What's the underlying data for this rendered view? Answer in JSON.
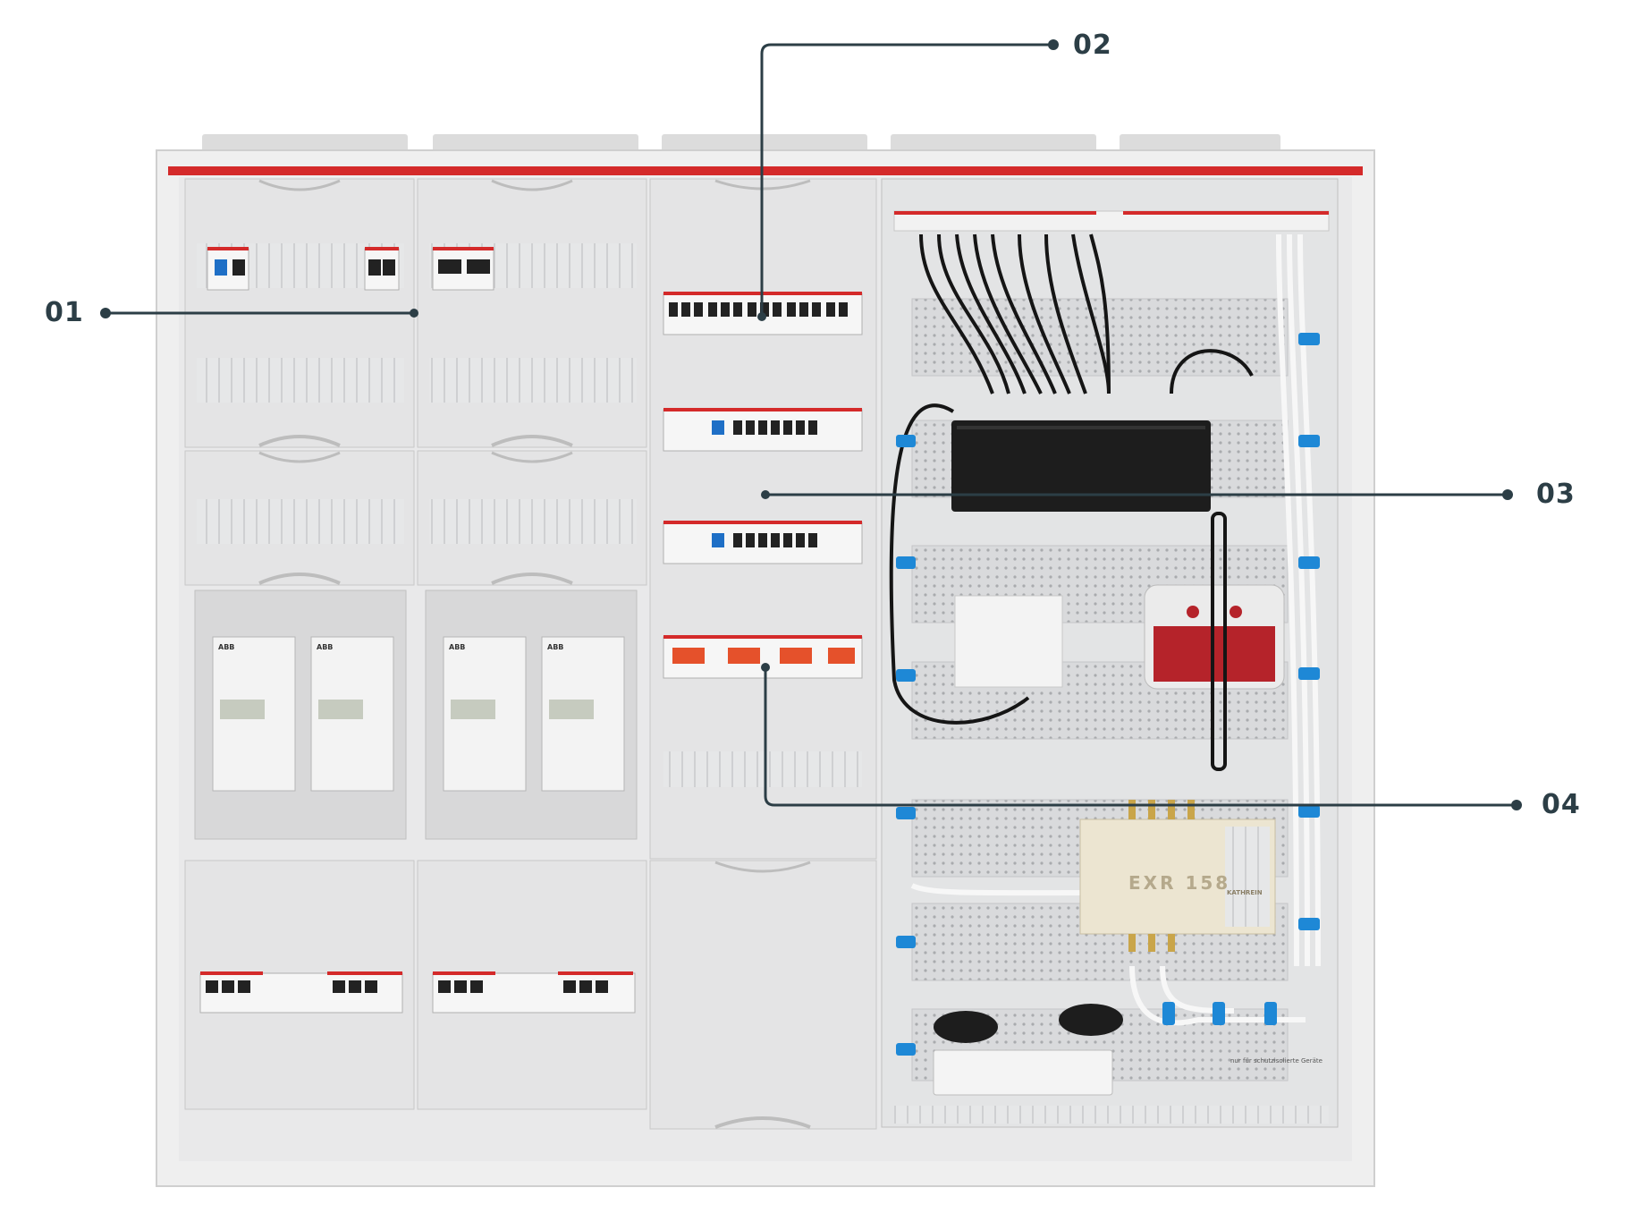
{
  "callouts": [
    {
      "id": "01",
      "label": "01"
    },
    {
      "id": "02",
      "label": "02"
    },
    {
      "id": "03",
      "label": "03"
    },
    {
      "id": "04",
      "label": "04"
    }
  ],
  "devices": {
    "multiswitch_label": "EXR 158",
    "multiswitch_brand": "KATHREIN",
    "meter_brand": "ABB",
    "panel_note": "nur für schutzisolierte Geräte"
  },
  "colors": {
    "callout_line": "#2c3e46",
    "enclosure_accent": "#d42a2a",
    "cable_clip": "#1e88d6",
    "router_red": "#b5232a",
    "switch_black": "#1d1d1d"
  }
}
